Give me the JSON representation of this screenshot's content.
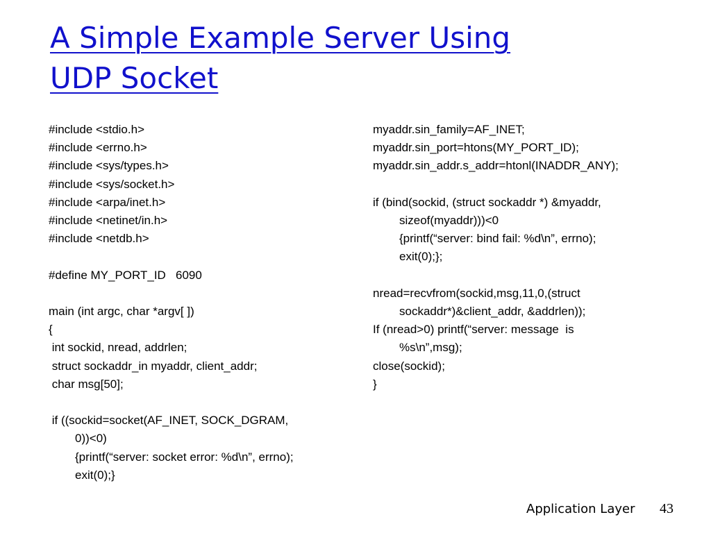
{
  "title": {
    "line1": "A Simple Example Server Using",
    "line2": "UDP Socket"
  },
  "left_lines": [
    "#include <stdio.h>",
    "#include <errno.h>",
    "#include <sys/types.h>",
    "#include <sys/socket.h>",
    "#include <arpa/inet.h>",
    "#include <netinet/in.h>",
    "#include <netdb.h>",
    "",
    "#define MY_PORT_ID   6090",
    "",
    "main (int argc, char *argv[ ])",
    "{",
    " int sockid, nread, addrlen;",
    " struct sockaddr_in myaddr, client_addr;",
    " char msg[50];",
    "",
    " if ((sockid=socket(AF_INET, SOCK_DGRAM,",
    "0))<0)",
    "{printf(“server: socket error: %d\\n”, errno);",
    "exit(0);}"
  ],
  "right_lines": [
    "myaddr.sin_family=AF_INET;",
    "myaddr.sin_port=htons(MY_PORT_ID);",
    "myaddr.sin_addr.s_addr=htonl(INADDR_ANY);",
    "",
    "if (bind(sockid, (struct sockaddr *) &myaddr,",
    "sizeof(myaddr)))<0",
    "{printf(“server: bind fail: %d\\n”, errno);",
    "exit(0);};",
    "",
    "nread=recvfrom(sockid,msg,11,0,(struct",
    "sockaddr*)&client_addr, &addrlen));",
    "If (nread>0) printf(“server: message  is",
    "%s\\n”,msg);",
    "close(sockid);",
    "}"
  ],
  "footer": {
    "label": "Application Layer",
    "page": "43"
  }
}
